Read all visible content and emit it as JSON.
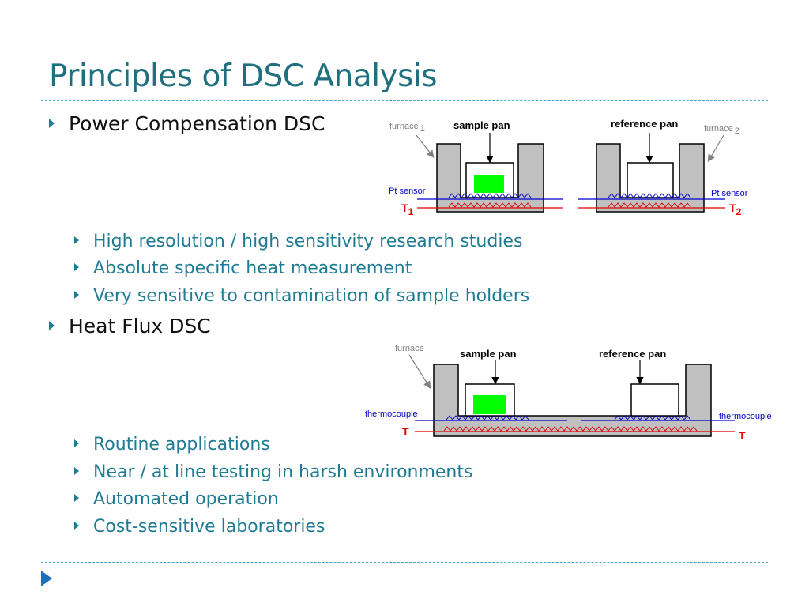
{
  "slide": {
    "title": "Principles of DSC Analysis",
    "bullets": [
      {
        "label": "Power Compensation DSC",
        "sub": [
          "High resolution / high sensitivity research studies",
          "Absolute specific heat measurement",
          "Very sensitive to contamination of sample holders"
        ]
      },
      {
        "label": "Heat Flux DSC",
        "sub": [
          "Routine applications",
          "Near / at line testing in harsh environments",
          "Automated operation",
          "Cost-sensitive laboratories"
        ]
      }
    ]
  },
  "diagram1": {
    "furnace1": "furnace",
    "furnace1_sub": "1",
    "sample_pan": "sample pan",
    "reference_pan": "reference pan",
    "furnace2": "furnace",
    "furnace2_sub": "2",
    "pt_sensor_left": "Pt sensor",
    "pt_sensor_right": "Pt sensor",
    "t1": "T",
    "t1_sub": "1",
    "t2": "T",
    "t2_sub": "2"
  },
  "diagram2": {
    "furnace": "furnace",
    "sample_pan": "sample pan",
    "reference_pan": "reference pan",
    "thermocouple_left": "thermocouple",
    "thermocouple_right": "thermocouple",
    "t_left": "T",
    "t_right": "T"
  },
  "colors": {
    "title": "#1f6f7f",
    "sub_bullet": "#1f7b93",
    "sample": "#00ff00",
    "sensor_blue": "#0000cc",
    "sensor_red": "#e00000",
    "furnace_gray": "#c0c0c0"
  },
  "icons": {
    "bullet": "triangle-right-icon",
    "nav": "next-slide-icon"
  }
}
